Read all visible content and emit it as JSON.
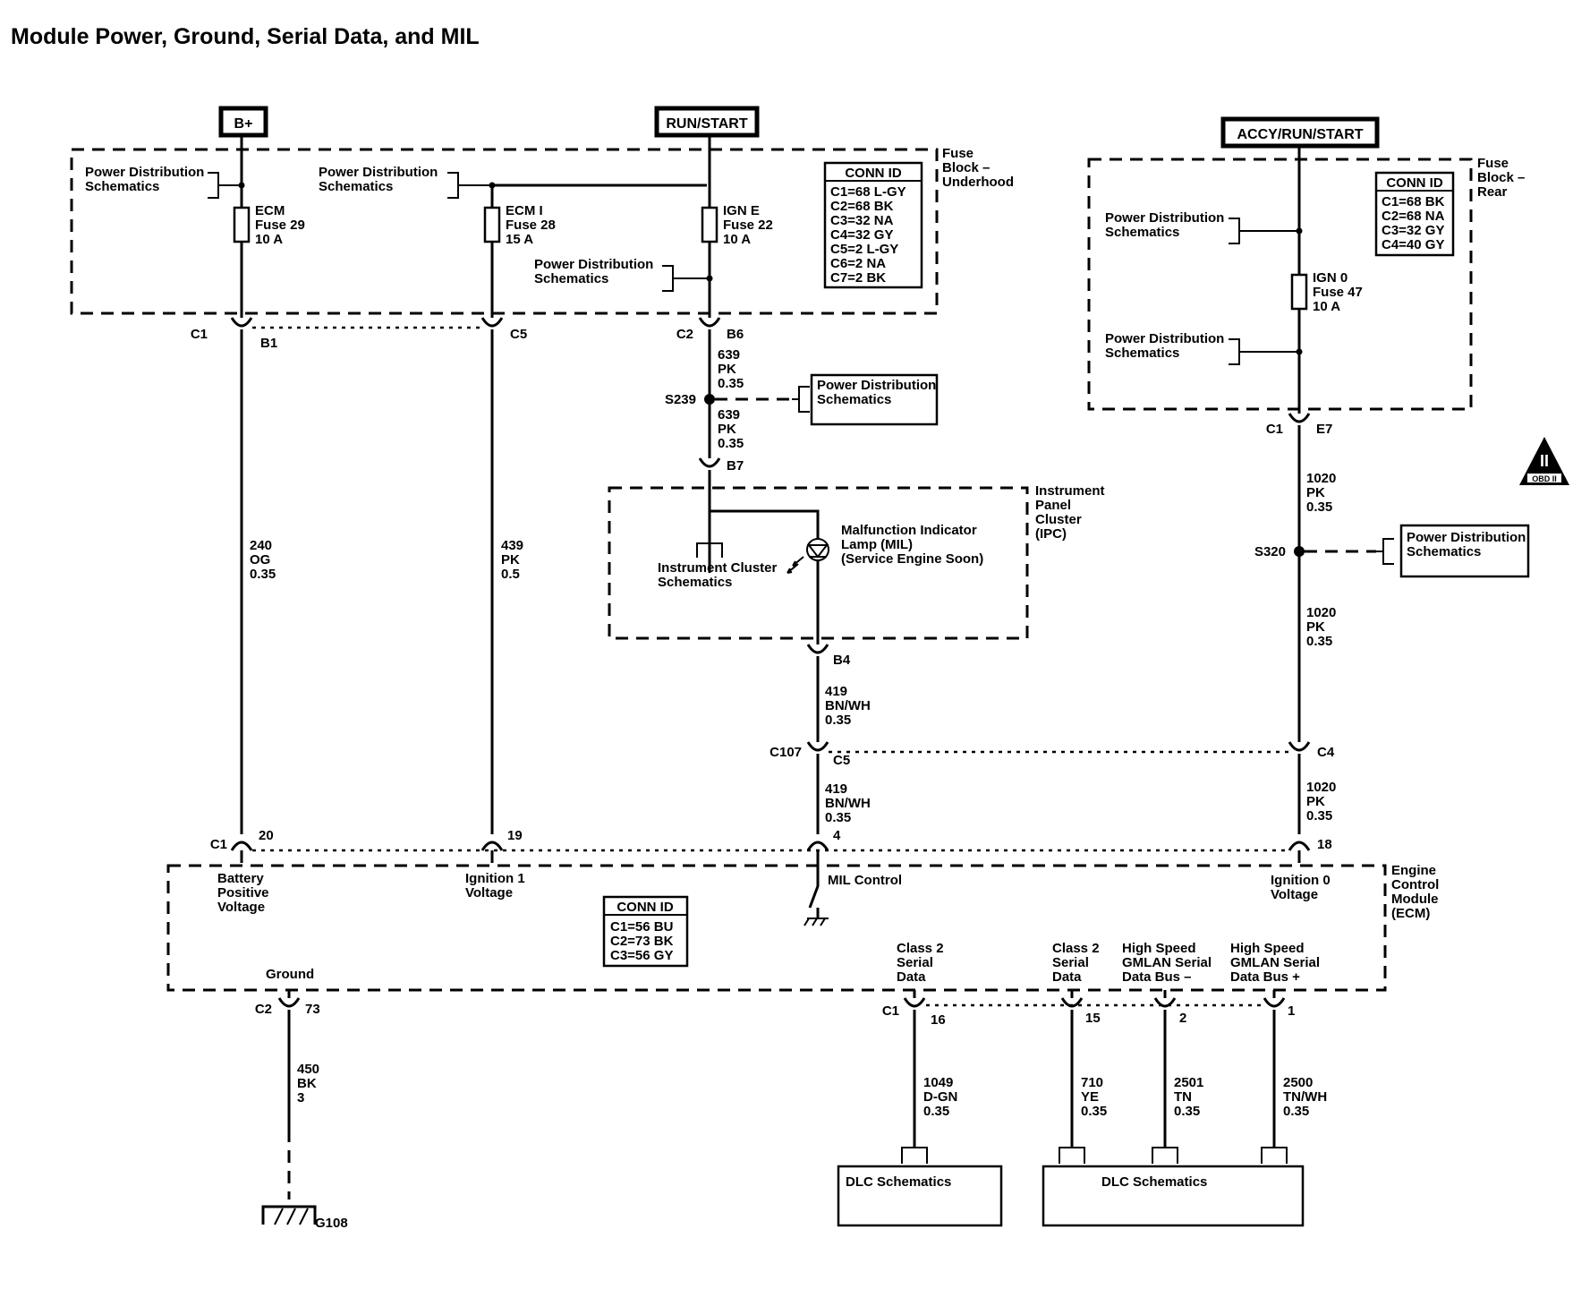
{
  "title": "Module Power, Ground, Serial Data, and MIL",
  "sources": {
    "bplus": "B+",
    "runstart": "RUN/START",
    "accy": "ACCY/RUN/START"
  },
  "fuse_block_underhood": {
    "label": [
      "Fuse",
      "Block –",
      "Underhood"
    ],
    "conn_id_title": "CONN ID",
    "conn_ids": [
      "C1=68 L-GY",
      "C2=68 BK",
      "C3=32 NA",
      "C4=32 GY",
      "C5=2 L-GY",
      "C6=2 NA",
      "C7=2 BK"
    ],
    "pd_ecm": [
      "Power Distribution",
      "Schematics"
    ],
    "pd_ecmi": [
      "Power Distribution",
      "Schematics"
    ],
    "pd_igne": [
      "Power Distribution",
      "Schematics"
    ],
    "fuse_ecm": [
      "ECM",
      "Fuse 29",
      "10 A"
    ],
    "fuse_ecmi": [
      "ECM I",
      "Fuse 28",
      "15 A"
    ],
    "fuse_igne": [
      "IGN E",
      "Fuse 22",
      "10 A"
    ],
    "c1": "C1",
    "b1": "B1",
    "c5": "C5",
    "c2": "C2",
    "b6": "B6"
  },
  "fuse_block_rear": {
    "label": [
      "Fuse",
      "Block –",
      "Rear"
    ],
    "conn_id_title": "CONN ID",
    "conn_ids": [
      "C1=68 BK",
      "C2=68 NA",
      "C3=32 GY",
      "C4=40 GY"
    ],
    "pd_top": [
      "Power Distribution",
      "Schematics"
    ],
    "pd_bottom": [
      "Power Distribution",
      "Schematics"
    ],
    "fuse": [
      "IGN 0",
      "Fuse 47",
      "10 A"
    ],
    "c1": "C1",
    "e7": "E7"
  },
  "wires": {
    "w639a": [
      "639",
      "PK",
      "0.35"
    ],
    "w639b": [
      "639",
      "PK",
      "0.35"
    ],
    "w240": [
      "240",
      "OG",
      "0.35"
    ],
    "w439": [
      "439",
      "PK",
      "0.5"
    ],
    "w419a": [
      "419",
      "BN/WH",
      "0.35"
    ],
    "w419b": [
      "419",
      "BN/WH",
      "0.35"
    ],
    "w1020a": [
      "1020",
      "PK",
      "0.35"
    ],
    "w1020b": [
      "1020",
      "PK",
      "0.35"
    ],
    "w1020c": [
      "1020",
      "PK",
      "0.35"
    ],
    "w450": [
      "450",
      "BK",
      "3"
    ],
    "w1049": [
      "1049",
      "D-GN",
      "0.35"
    ],
    "w710": [
      "710",
      "YE",
      "0.35"
    ],
    "w2501": [
      "2501",
      "TN",
      "0.35"
    ],
    "w2500": [
      "2500",
      "TN/WH",
      "0.35"
    ]
  },
  "splices": {
    "s239": "S239",
    "s320": "S320"
  },
  "pd_s239": [
    "Power Distribution",
    "Schematics"
  ],
  "pd_s320": [
    "Power Distribution",
    "Schematics"
  ],
  "ipc": {
    "label": [
      "Instrument",
      "Panel",
      "Cluster",
      "(IPC)"
    ],
    "b7": "B7",
    "b4": "B4",
    "mil": [
      "Malfunction Indicator",
      "Lamp (MIL)",
      "(Service Engine Soon)"
    ],
    "cluster": [
      "Instrument Cluster",
      "Schematics"
    ]
  },
  "c107": {
    "name": "C107",
    "c5": "C5",
    "c4": "C4"
  },
  "ecm": {
    "label": [
      "Engine",
      "Control",
      "Module",
      "(ECM)"
    ],
    "c1": "C1",
    "p20": "20",
    "p19": "19",
    "p4": "4",
    "p18": "18",
    "battery": [
      "Battery",
      "Positive",
      "Voltage"
    ],
    "ign1": [
      "Ignition 1",
      "Voltage"
    ],
    "mil_control": "MIL Control",
    "ign0": [
      "Ignition 0",
      "Voltage"
    ],
    "conn_id_title": "CONN ID",
    "conn_ids": [
      "C1=56 BU",
      "C2=73 BK",
      "C3=56 GY"
    ],
    "ground": "Ground",
    "c2": "C2",
    "p73": "73",
    "class2a": [
      "Class 2",
      "Serial",
      "Data"
    ],
    "class2b": [
      "Class 2",
      "Serial",
      "Data"
    ],
    "hs_minus": [
      "High Speed",
      "GMLAN Serial",
      "Data Bus –"
    ],
    "hs_plus": [
      "High Speed",
      "GMLAN Serial",
      "Data Bus +"
    ],
    "c1b": "C1",
    "p16": "16",
    "p15": "15",
    "p2": "2",
    "p1": "1"
  },
  "ground_g108": "G108",
  "dlc_left": "DLC Schematics",
  "dlc_right": "DLC Schematics",
  "obd": "OBD II",
  "obd_numeral": "II"
}
